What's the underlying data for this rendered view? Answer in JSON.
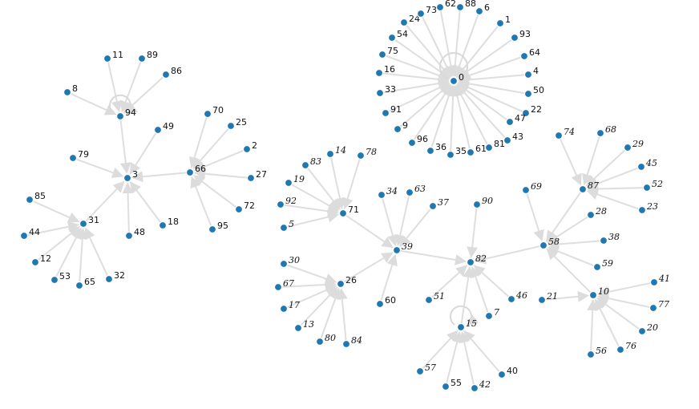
{
  "graph": {
    "node_color": "#1f77b4",
    "edge_color": "#dedede",
    "label_color": "#111111",
    "nodes": [
      {
        "id": "0"
      },
      {
        "id": "1"
      },
      {
        "id": "2"
      },
      {
        "id": "3"
      },
      {
        "id": "4"
      },
      {
        "id": "5"
      },
      {
        "id": "6"
      },
      {
        "id": "7"
      },
      {
        "id": "8"
      },
      {
        "id": "9"
      },
      {
        "id": "10"
      },
      {
        "id": "11"
      },
      {
        "id": "12"
      },
      {
        "id": "13"
      },
      {
        "id": "14"
      },
      {
        "id": "15"
      },
      {
        "id": "16"
      },
      {
        "id": "17"
      },
      {
        "id": "18"
      },
      {
        "id": "19"
      },
      {
        "id": "20"
      },
      {
        "id": "21"
      },
      {
        "id": "22"
      },
      {
        "id": "23"
      },
      {
        "id": "24"
      },
      {
        "id": "25"
      },
      {
        "id": "26"
      },
      {
        "id": "27"
      },
      {
        "id": "28"
      },
      {
        "id": "29"
      },
      {
        "id": "30"
      },
      {
        "id": "31"
      },
      {
        "id": "32"
      },
      {
        "id": "33"
      },
      {
        "id": "34"
      },
      {
        "id": "35"
      },
      {
        "id": "36"
      },
      {
        "id": "37"
      },
      {
        "id": "38"
      },
      {
        "id": "39"
      },
      {
        "id": "40"
      },
      {
        "id": "41"
      },
      {
        "id": "42"
      },
      {
        "id": "43"
      },
      {
        "id": "44"
      },
      {
        "id": "45"
      },
      {
        "id": "46"
      },
      {
        "id": "47"
      },
      {
        "id": "48"
      },
      {
        "id": "49"
      },
      {
        "id": "50"
      },
      {
        "id": "51"
      },
      {
        "id": "52"
      },
      {
        "id": "53"
      },
      {
        "id": "54"
      },
      {
        "id": "55"
      },
      {
        "id": "56"
      },
      {
        "id": "57"
      },
      {
        "id": "58"
      },
      {
        "id": "59"
      },
      {
        "id": "60"
      },
      {
        "id": "61"
      },
      {
        "id": "62"
      },
      {
        "id": "63"
      },
      {
        "id": "64"
      },
      {
        "id": "65"
      },
      {
        "id": "66"
      },
      {
        "id": "67"
      },
      {
        "id": "68"
      },
      {
        "id": "69"
      },
      {
        "id": "70"
      },
      {
        "id": "71"
      },
      {
        "id": "72"
      },
      {
        "id": "73"
      },
      {
        "id": "74"
      },
      {
        "id": "75"
      },
      {
        "id": "76"
      },
      {
        "id": "77"
      },
      {
        "id": "78"
      },
      {
        "id": "79"
      },
      {
        "id": "80"
      },
      {
        "id": "81"
      },
      {
        "id": "82"
      },
      {
        "id": "83"
      },
      {
        "id": "84"
      },
      {
        "id": "85"
      },
      {
        "id": "86"
      },
      {
        "id": "88"
      },
      {
        "id": "87"
      },
      {
        "id": "89"
      },
      {
        "id": "90"
      },
      {
        "id": "91"
      },
      {
        "id": "92"
      },
      {
        "id": "93"
      },
      {
        "id": "94"
      },
      {
        "id": "95"
      },
      {
        "id": "96"
      }
    ],
    "edges": [
      [
        "1",
        "0"
      ],
      [
        "6",
        "0"
      ],
      [
        "88",
        "0"
      ],
      [
        "62",
        "0"
      ],
      [
        "73",
        "0"
      ],
      [
        "24",
        "0"
      ],
      [
        "54",
        "0"
      ],
      [
        "75",
        "0"
      ],
      [
        "16",
        "0"
      ],
      [
        "33",
        "0"
      ],
      [
        "91",
        "0"
      ],
      [
        "9",
        "0"
      ],
      [
        "96",
        "0"
      ],
      [
        "36",
        "0"
      ],
      [
        "35",
        "0"
      ],
      [
        "61",
        "0"
      ],
      [
        "81",
        "0"
      ],
      [
        "43",
        "0"
      ],
      [
        "47",
        "0"
      ],
      [
        "22",
        "0"
      ],
      [
        "50",
        "0"
      ],
      [
        "4",
        "0"
      ],
      [
        "64",
        "0"
      ],
      [
        "93",
        "0"
      ],
      [
        "0",
        "0"
      ],
      [
        "11",
        "94"
      ],
      [
        "89",
        "94"
      ],
      [
        "86",
        "94"
      ],
      [
        "8",
        "94"
      ],
      [
        "94",
        "94"
      ],
      [
        "94",
        "3"
      ],
      [
        "49",
        "3"
      ],
      [
        "79",
        "3"
      ],
      [
        "31",
        "3"
      ],
      [
        "48",
        "3"
      ],
      [
        "18",
        "3"
      ],
      [
        "66",
        "3"
      ],
      [
        "70",
        "66"
      ],
      [
        "25",
        "66"
      ],
      [
        "2",
        "66"
      ],
      [
        "27",
        "66"
      ],
      [
        "72",
        "66"
      ],
      [
        "95",
        "66"
      ],
      [
        "85",
        "31"
      ],
      [
        "44",
        "31"
      ],
      [
        "12",
        "31"
      ],
      [
        "53",
        "31"
      ],
      [
        "65",
        "31"
      ],
      [
        "32",
        "31"
      ],
      [
        "83",
        "71"
      ],
      [
        "14",
        "71"
      ],
      [
        "78",
        "71"
      ],
      [
        "19",
        "71"
      ],
      [
        "92",
        "71"
      ],
      [
        "5",
        "71"
      ],
      [
        "71",
        "39"
      ],
      [
        "34",
        "39"
      ],
      [
        "63",
        "39"
      ],
      [
        "37",
        "39"
      ],
      [
        "26",
        "39"
      ],
      [
        "60",
        "39"
      ],
      [
        "30",
        "26"
      ],
      [
        "67",
        "26"
      ],
      [
        "17",
        "26"
      ],
      [
        "13",
        "26"
      ],
      [
        "80",
        "26"
      ],
      [
        "84",
        "26"
      ],
      [
        "39",
        "82"
      ],
      [
        "90",
        "82"
      ],
      [
        "51",
        "82"
      ],
      [
        "7",
        "82"
      ],
      [
        "46",
        "82"
      ],
      [
        "15",
        "82"
      ],
      [
        "58",
        "82"
      ],
      [
        "57",
        "15"
      ],
      [
        "55",
        "15"
      ],
      [
        "42",
        "15"
      ],
      [
        "40",
        "15"
      ],
      [
        "15",
        "15"
      ],
      [
        "69",
        "58"
      ],
      [
        "87",
        "58"
      ],
      [
        "28",
        "58"
      ],
      [
        "38",
        "58"
      ],
      [
        "59",
        "58"
      ],
      [
        "10",
        "58"
      ],
      [
        "74",
        "87"
      ],
      [
        "68",
        "87"
      ],
      [
        "29",
        "87"
      ],
      [
        "45",
        "87"
      ],
      [
        "52",
        "87"
      ],
      [
        "23",
        "87"
      ],
      [
        "21",
        "10"
      ],
      [
        "41",
        "10"
      ],
      [
        "77",
        "10"
      ],
      [
        "20",
        "10"
      ],
      [
        "76",
        "10"
      ],
      [
        "56",
        "10"
      ]
    ]
  }
}
